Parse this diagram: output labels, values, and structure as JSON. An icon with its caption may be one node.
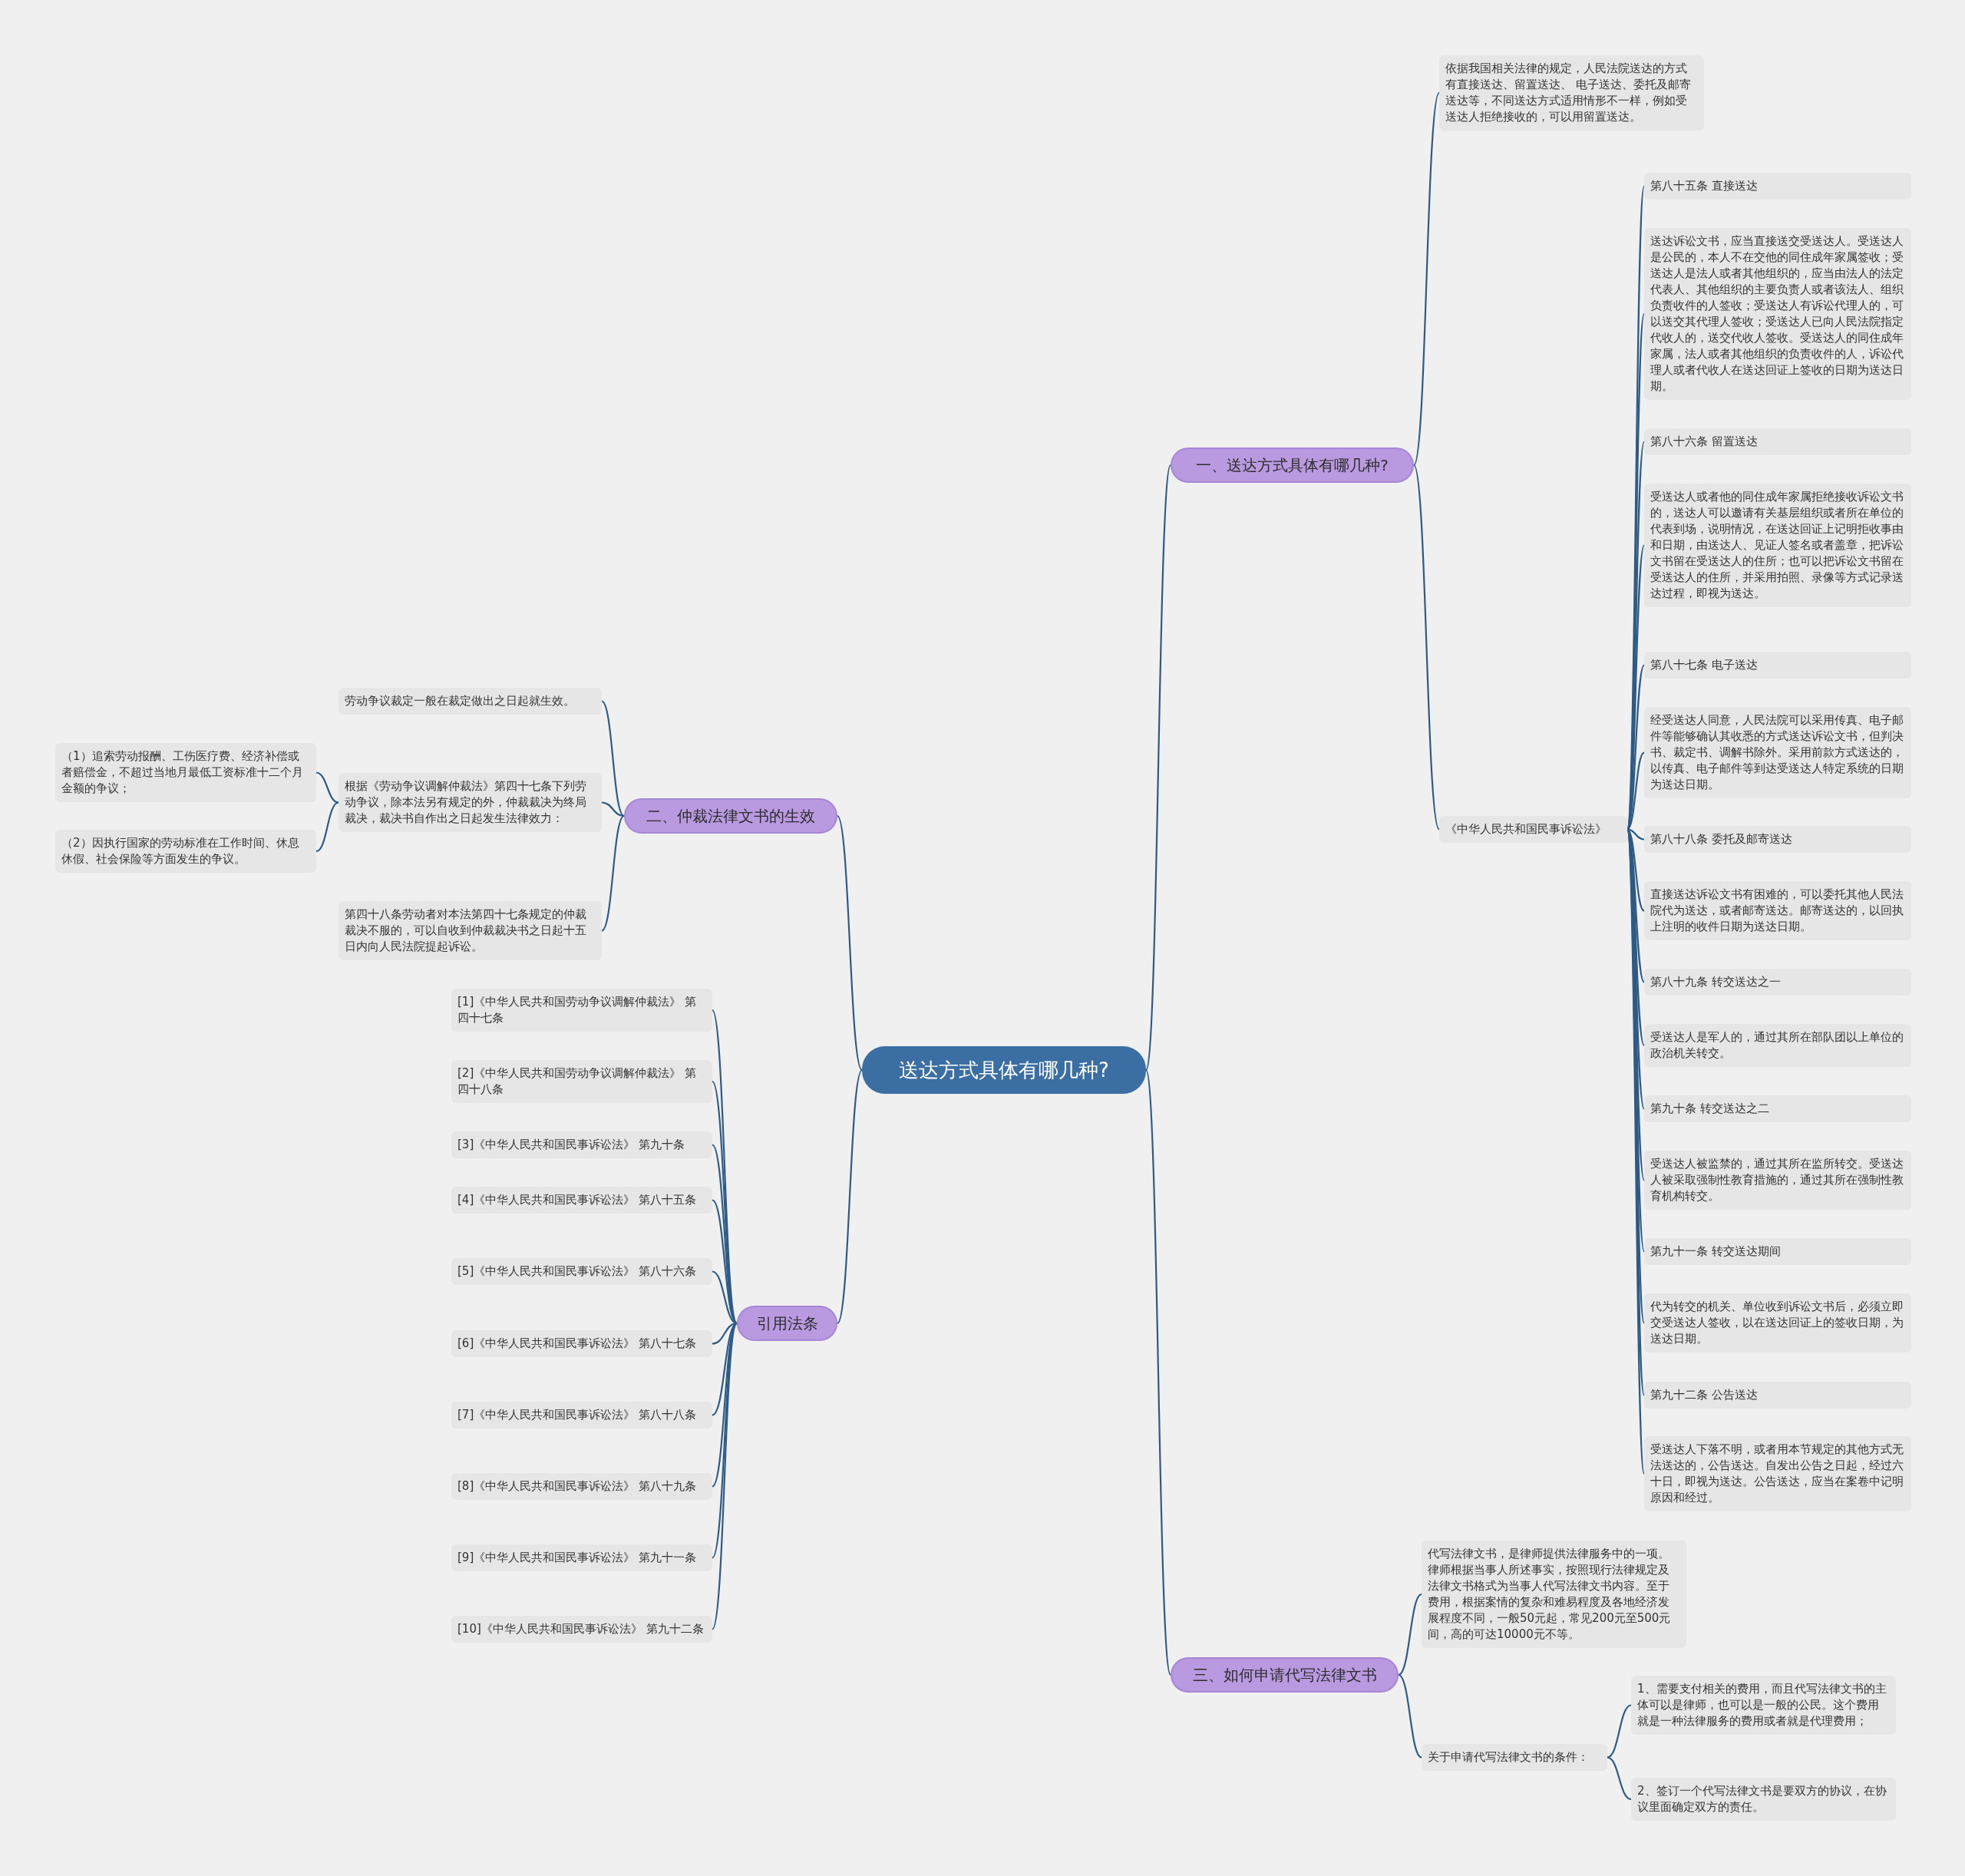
{
  "diagram": {
    "nodes": [
      {
        "text": [
          "送达方式具体有哪几种?"
        ]
      },
      {
        "text": [
          "一、送达方式具体有哪几种?"
        ]
      },
      {
        "text": [
          "依据我国相关法律的规定，人民法院送达的方式有直接送达、留置送达、 电子送达、委托及邮寄送达等，不同送达方式适用情形不一样，例如受送达人拒绝接收的，可以用留置送达。"
        ]
      },
      {
        "text": [
          "《中华人民共和国民事诉讼法》"
        ]
      },
      {
        "text": [
          "第八十五条 直接送达"
        ]
      },
      {
        "text": [
          "送达诉讼文书，应当直接送交受送达人。受送达人是公民的，本人不在交他的同住成年家属签收；受送达人是法人或者其他组织的，应当由法人的法定代表人、其他组织的主要负责人或者该法人、组织负责收件的人签收；受送达人有诉讼代理人的，可以送交其代理人签收；受送达人已向人民法院指定代收人的，送交代收人签收。受送达人的同住成年家属，法人或者其他组织的负责收件的人，诉讼代理人或者代收人在送达回证上签收的日期为送达日期。"
        ]
      },
      {
        "text": [
          "第八十六条 留置送达"
        ]
      },
      {
        "text": [
          "受送达人或者他的同住成年家属拒绝接收诉讼文书的，送达人可以邀请有关基层组织或者所在单位的代表到场，说明情况，在送达回证上记明拒收事由和日期，由送达人、见证人签名或者盖章，把诉讼文书留在受送达人的住所；也可以把诉讼文书留在受送达人的住所，并采用拍照、录像等方式记录送达过程，即视为送达。"
        ]
      },
      {
        "text": [
          "第八十七条 电子送达"
        ]
      },
      {
        "text": [
          "经受送达人同意，人民法院可以采用传真、电子邮件等能够确认其收悉的方式送达诉讼文书，但判决书、裁定书、调解书除外。采用前款方式送达的，以传真、电子邮件等到达受送达人特定系统的日期为送达日期。"
        ]
      },
      {
        "text": [
          "第八十八条 委托及邮寄送达"
        ]
      },
      {
        "text": [
          "直接送达诉讼文书有困难的，可以委托其他人民法院代为送达，或者邮寄送达。邮寄送达的，以回执上注明的收件日期为送达日期。"
        ]
      },
      {
        "text": [
          "第八十九条 转交送达之一"
        ]
      },
      {
        "text": [
          "受送达人是军人的，通过其所在部队团以上单位的政治机关转交。"
        ]
      },
      {
        "text": [
          "第九十条 转交送达之二"
        ]
      },
      {
        "text": [
          "受送达人被监禁的，通过其所在监所转交。受送达人被采取强制性教育措施的，通过其所在强制性教育机构转交。"
        ]
      },
      {
        "text": [
          "第九十一条 转交送达期间"
        ]
      },
      {
        "text": [
          "代为转交的机关、单位收到诉讼文书后，必须立即交受送达人签收，以在送达回证上的签收日期，为送达日期。"
        ]
      },
      {
        "text": [
          "第九十二条 公告送达"
        ]
      },
      {
        "text": [
          "受送达人下落不明，或者用本节规定的其他方式无法送达的，公告送达。自发出公告之日起，经过六十日，即视为送达。公告送达，应当在案卷中记明原因和经过。"
        ]
      },
      {
        "text": [
          "二、仲裁法律文书的生效"
        ]
      },
      {
        "text": [
          "劳动争议裁定一般在裁定做出之日起就生效。"
        ]
      },
      {
        "text": [
          "根据《劳动争议调解仲裁法》第四十七条下列劳动争议，除本法另有规定的外，仲裁裁决为终局裁决，裁决书自作出之日起发生法律效力："
        ]
      },
      {
        "text": [
          "（1）追索劳动报酬、工伤医疗费、经济补偿或者赔偿金，不超过当地月最低工资标准十二个月金额的争议；"
        ]
      },
      {
        "text": [
          "（2）因执行国家的劳动标准在工作时间、休息休假、社会保险等方面发生的争议。"
        ]
      },
      {
        "text": [
          "第四十八条劳动者对本法第四十七条规定的仲裁裁决不服的，可以自收到仲裁裁决书之日起十五日内向人民法院提起诉讼。"
        ]
      },
      {
        "text": [
          "引用法条"
        ]
      },
      {
        "text": [
          "[1]《中华人民共和国劳动争议调解仲裁法》 第四十七条"
        ]
      },
      {
        "text": [
          "[2]《中华人民共和国劳动争议调解仲裁法》 第四十八条"
        ]
      },
      {
        "text": [
          "[3]《中华人民共和国民事诉讼法》 第九十条"
        ]
      },
      {
        "text": [
          "[4]《中华人民共和国民事诉讼法》 第八十五条"
        ]
      },
      {
        "text": [
          "[5]《中华人民共和国民事诉讼法》 第八十六条"
        ]
      },
      {
        "text": [
          "[6]《中华人民共和国民事诉讼法》 第八十七条"
        ]
      },
      {
        "text": [
          "[7]《中华人民共和国民事诉讼法》 第八十八条"
        ]
      },
      {
        "text": [
          "[8]《中华人民共和国民事诉讼法》 第八十九条"
        ]
      },
      {
        "text": [
          "[9]《中华人民共和国民事诉讼法》 第九十一条"
        ]
      },
      {
        "text": [
          "[10]《中华人民共和国民事诉讼法》 第九十二条"
        ]
      },
      {
        "text": [
          "三、如何申请代写法律文书"
        ]
      },
      {
        "text": [
          "代写法律文书，是律师提供法律服务中的一项。律师根据当事人所述事实，按照现行法律规定及法律文书格式为当事人代写法律文书内容。至于费用，根据案情的复杂和难易程度及各地经济发展程度不同，一般50元起，常见200元至500元间，高的可达10000元不等。"
        ]
      },
      {
        "text": [
          "关于申请代写法律文书的条件："
        ]
      },
      {
        "text": [
          "1、需要支付相关的费用，而且代写法律文书的主体可以是律师，也可以是一般的公民。这个费用就是一种法律服务的费用或者就是代理费用；"
        ]
      },
      {
        "text": [
          "2、签订一个代写法律文书是要双方的协议，在协议里面确定双方的责任。"
        ]
      }
    ],
    "edges": [
      {
        "from": 0,
        "to": 1,
        "arrow": "none"
      },
      {
        "from": 1,
        "to": 2,
        "arrow": "none"
      },
      {
        "from": 1,
        "to": 3,
        "arrow": "none"
      },
      {
        "from": 3,
        "to": 4,
        "arrow": "none"
      },
      {
        "from": 3,
        "to": 5,
        "arrow": "none"
      },
      {
        "from": 3,
        "to": 6,
        "arrow": "none"
      },
      {
        "from": 3,
        "to": 7,
        "arrow": "none"
      },
      {
        "from": 3,
        "to": 8,
        "arrow": "none"
      },
      {
        "from": 3,
        "to": 9,
        "arrow": "none"
      },
      {
        "from": 3,
        "to": 10,
        "arrow": "none"
      },
      {
        "from": 3,
        "to": 11,
        "arrow": "none"
      },
      {
        "from": 3,
        "to": 12,
        "arrow": "none"
      },
      {
        "from": 3,
        "to": 13,
        "arrow": "none"
      },
      {
        "from": 3,
        "to": 14,
        "arrow": "none"
      },
      {
        "from": 3,
        "to": 15,
        "arrow": "none"
      },
      {
        "from": 3,
        "to": 16,
        "arrow": "none"
      },
      {
        "from": 3,
        "to": 17,
        "arrow": "none"
      },
      {
        "from": 3,
        "to": 18,
        "arrow": "none"
      },
      {
        "from": 3,
        "to": 19,
        "arrow": "none"
      },
      {
        "from": 0,
        "to": 20,
        "arrow": "none"
      },
      {
        "from": 20,
        "to": 21,
        "arrow": "none"
      },
      {
        "from": 20,
        "to": 22,
        "arrow": "none"
      },
      {
        "from": 22,
        "to": 23,
        "arrow": "none"
      },
      {
        "from": 22,
        "to": 24,
        "arrow": "none"
      },
      {
        "from": 20,
        "to": 25,
        "arrow": "none"
      },
      {
        "from": 0,
        "to": 26,
        "arrow": "none"
      },
      {
        "from": 26,
        "to": 27,
        "arrow": "none"
      },
      {
        "from": 26,
        "to": 28,
        "arrow": "none"
      },
      {
        "from": 26,
        "to": 29,
        "arrow": "none"
      },
      {
        "from": 26,
        "to": 30,
        "arrow": "none"
      },
      {
        "from": 26,
        "to": 31,
        "arrow": "none"
      },
      {
        "from": 26,
        "to": 32,
        "arrow": "none"
      },
      {
        "from": 26,
        "to": 33,
        "arrow": "none"
      },
      {
        "from": 26,
        "to": 34,
        "arrow": "none"
      },
      {
        "from": 26,
        "to": 35,
        "arrow": "none"
      },
      {
        "from": 26,
        "to": 36,
        "arrow": "none"
      },
      {
        "from": 0,
        "to": 37,
        "arrow": "none"
      },
      {
        "from": 37,
        "to": 38,
        "arrow": "none"
      },
      {
        "from": 37,
        "to": 39,
        "arrow": "none"
      },
      {
        "from": 39,
        "to": 40,
        "arrow": "none"
      },
      {
        "from": 39,
        "to": 41,
        "arrow": "none"
      }
    ]
  }
}
